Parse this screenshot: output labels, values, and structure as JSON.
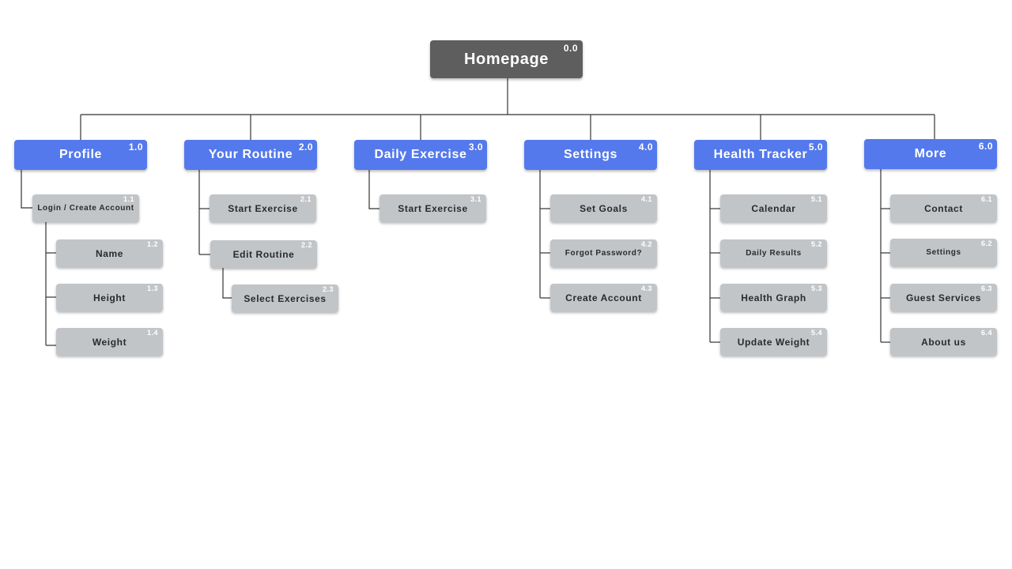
{
  "sitemap": {
    "root": {
      "label": "Homepage",
      "number": "0.0"
    },
    "categories": [
      {
        "label": "Profile",
        "number": "1.0",
        "children": [
          {
            "label": "Login / Create Account",
            "number": "1.1",
            "children": [
              {
                "label": "Name",
                "number": "1.2"
              },
              {
                "label": "Height",
                "number": "1.3"
              },
              {
                "label": "Weight",
                "number": "1.4"
              }
            ]
          }
        ]
      },
      {
        "label": "Your Routine",
        "number": "2.0",
        "children": [
          {
            "label": "Start Exercise",
            "number": "2.1"
          },
          {
            "label": "Edit Routine",
            "number": "2.2",
            "children": [
              {
                "label": "Select Exercises",
                "number": "2.3"
              }
            ]
          }
        ]
      },
      {
        "label": "Daily Exercise",
        "number": "3.0",
        "children": [
          {
            "label": "Start Exercise",
            "number": "3.1"
          }
        ]
      },
      {
        "label": "Settings",
        "number": "4.0",
        "children": [
          {
            "label": "Set Goals",
            "number": "4.1"
          },
          {
            "label": "Forgot Password?",
            "number": "4.2"
          },
          {
            "label": "Create Account",
            "number": "4.3"
          }
        ]
      },
      {
        "label": "Health Tracker",
        "number": "5.0",
        "children": [
          {
            "label": "Calendar",
            "number": "5.1"
          },
          {
            "label": "Daily Results",
            "number": "5.2"
          },
          {
            "label": "Health Graph",
            "number": "5.3"
          },
          {
            "label": "Update Weight",
            "number": "5.4"
          }
        ]
      },
      {
        "label": "More",
        "number": "6.0",
        "children": [
          {
            "label": "Contact",
            "number": "6.1"
          },
          {
            "label": "Settings",
            "number": "6.2"
          },
          {
            "label": "Guest Services",
            "number": "6.3"
          },
          {
            "label": "About us",
            "number": "6.4"
          }
        ]
      }
    ]
  },
  "colors": {
    "root": "#5e5e5e",
    "category": "#5479ec",
    "leaf": "#c2c5c8",
    "connector": "#333333",
    "leaf_text": "#2a2a2a"
  }
}
